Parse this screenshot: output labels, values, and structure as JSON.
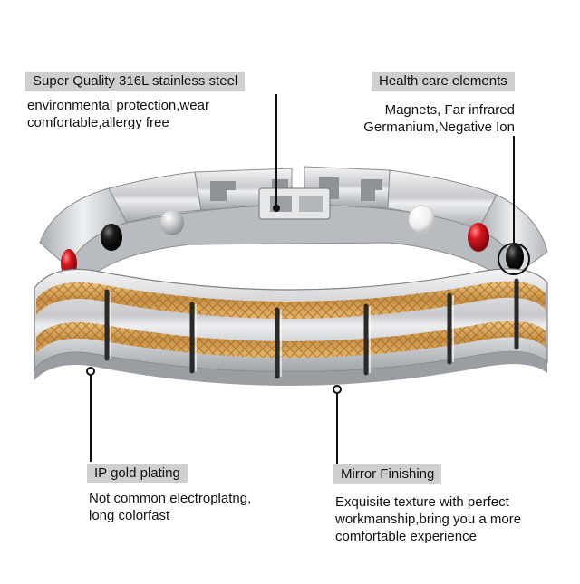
{
  "callouts": {
    "steel": {
      "title": "Super Quality 316L stainless steel",
      "lines": [
        "environmental protection,wear",
        "comfortable,allergy free"
      ]
    },
    "health": {
      "title": "Health care elements",
      "lines": [
        "Magnets, Far infrared",
        "Germanium,Negative Ion"
      ]
    },
    "gold": {
      "title": "IP gold plating",
      "lines": [
        "Not common electroplatng,",
        "long colorfast"
      ]
    },
    "mirror": {
      "title": "Mirror Finishing",
      "lines": [
        "Exquisite texture with perfect",
        "workmanship,bring you a more",
        "comfortable experience"
      ]
    }
  },
  "colors": {
    "label_bg": "#cfcfcf",
    "steel": "#d9dadc",
    "gold": "#d8a55c",
    "magnet_red": "#c8131b",
    "magnet_black": "#111111",
    "germanium_white": "#f2f2f2"
  },
  "icons": [
    "red-magnet-icon",
    "black-magnet-icon",
    "silver-magnet-icon",
    "white-stone-icon"
  ]
}
